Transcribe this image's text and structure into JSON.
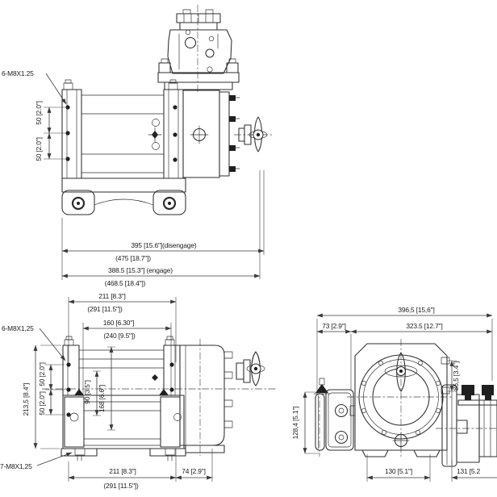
{
  "colors": {
    "background": "#ffffff",
    "line": "#2d2d2d",
    "dimension": "#3a3a3a",
    "text": "#1b1b1b"
  },
  "top_view": {
    "bolt_label": "6-M8X1.25",
    "dim_50_upper": "50 [2.0\"]",
    "dim_50_lower": "50 [2.0\"]"
  },
  "length_dims": {
    "overall_disengage": "395 [15.6\"](disengage)",
    "overall_disengage_alt": "(475 [18.7\"])",
    "overall_engage": "388.5 [15.3\"] (engage)",
    "overall_engage_alt": "(468.5 [18.4\"])",
    "bolt_span": "211 [8.3\"]",
    "bolt_span_alt": "(291 [11.5\"])",
    "drum_width": "160 [6.30\"]",
    "drum_width_alt": "(240 [9.5\"])"
  },
  "front_view": {
    "bolt_label_side": "6-M8X1,25",
    "bolt_label_base": "7-M8X1,25",
    "dim_height": "213,5 [8.4\"]",
    "dim_50_upper": "50 [2.0\"]",
    "dim_50_lower": "50 [2.0\"]",
    "dim_90": "90 [3.5\"]",
    "dim_168": "168 [6.6\"]",
    "dim_211": "211 [8.3\"]",
    "dim_291": "(291 [11.5\"])",
    "dim_74": "74 [2.9\"]"
  },
  "side_view": {
    "dim_total_width": "396,5 [15,6\"]",
    "dim_bracket": "73 [2.9\"]",
    "dim_body": "323.5 [12.7\"]",
    "dim_ports": "86,5 [3.4\"]",
    "dim_roller_height": "128,4 [5.1\"]",
    "dim_base_left": "130 [5.1\"]",
    "dim_base_right": "131 [5.2"
  }
}
